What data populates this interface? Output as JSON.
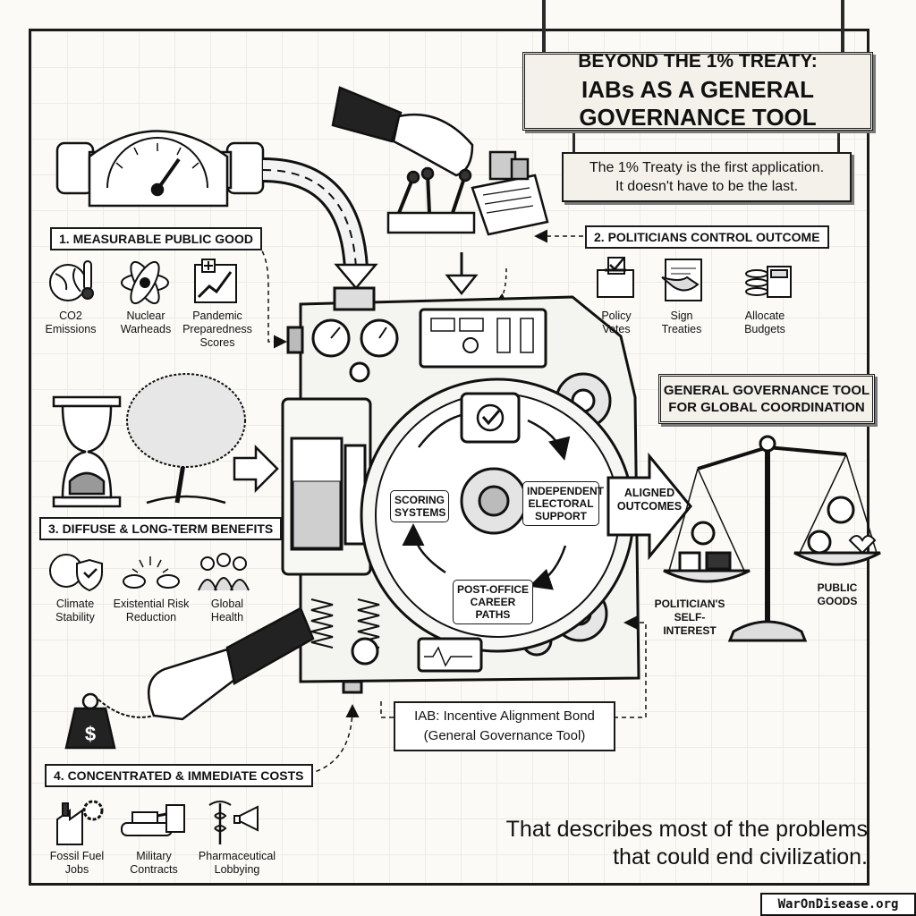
{
  "header": {
    "title_line1": "BEYOND THE 1% TREATY:",
    "title_line2": "IABs AS A GENERAL GOVERNANCE TOOL",
    "subtitle_line1": "The 1% Treaty is the first application.",
    "subtitle_line2": "It doesn't have to be the last."
  },
  "left": {
    "measurable_label": "1. MEASURABLE PUBLIC GOOD",
    "measurable_items": [
      "CO2 Emissions",
      "Nuclear Warheads",
      "Pandemic Preparedness Scores"
    ],
    "diffuse_label": "3. DIFFUSE & LONG-TERM BENEFITS",
    "diffuse_items": [
      "Climate Stability",
      "Existential Risk Reduction",
      "Global Health"
    ],
    "costs_label": "4. CONCENTRATED & IMMEDIATE COSTS",
    "costs_items": [
      "Fossil Fuel Jobs",
      "Military Contracts",
      "Pharmaceutical Lobbying"
    ]
  },
  "right": {
    "politicians_label": "2. POLITICIANS CONTROL OUTCOME",
    "politicians_items": [
      "Policy Votes",
      "Sign Treaties",
      "Allocate Budgets"
    ],
    "governance_line1": "GENERAL GOVERNANCE TOOL",
    "governance_line2": "FOR GLOBAL COORDINATION",
    "aligned_outcomes": "ALIGNED OUTCOMES",
    "scale_left": "POLITICIAN'S SELF-INTEREST",
    "scale_right": "PUBLIC GOODS"
  },
  "machine": {
    "scoring": "SCORING SYSTEMS",
    "electoral": "INDEPENDENT ELECTORAL SUPPORT",
    "career": "POST-OFFICE CAREER PATHS",
    "iab_line1": "IAB: Incentive Alignment Bond",
    "iab_line2": "(General Governance Tool)"
  },
  "footer": {
    "line1": "That describes most of the problems",
    "line2": "that could end civilization.",
    "brand": "WarOnDisease.org"
  }
}
